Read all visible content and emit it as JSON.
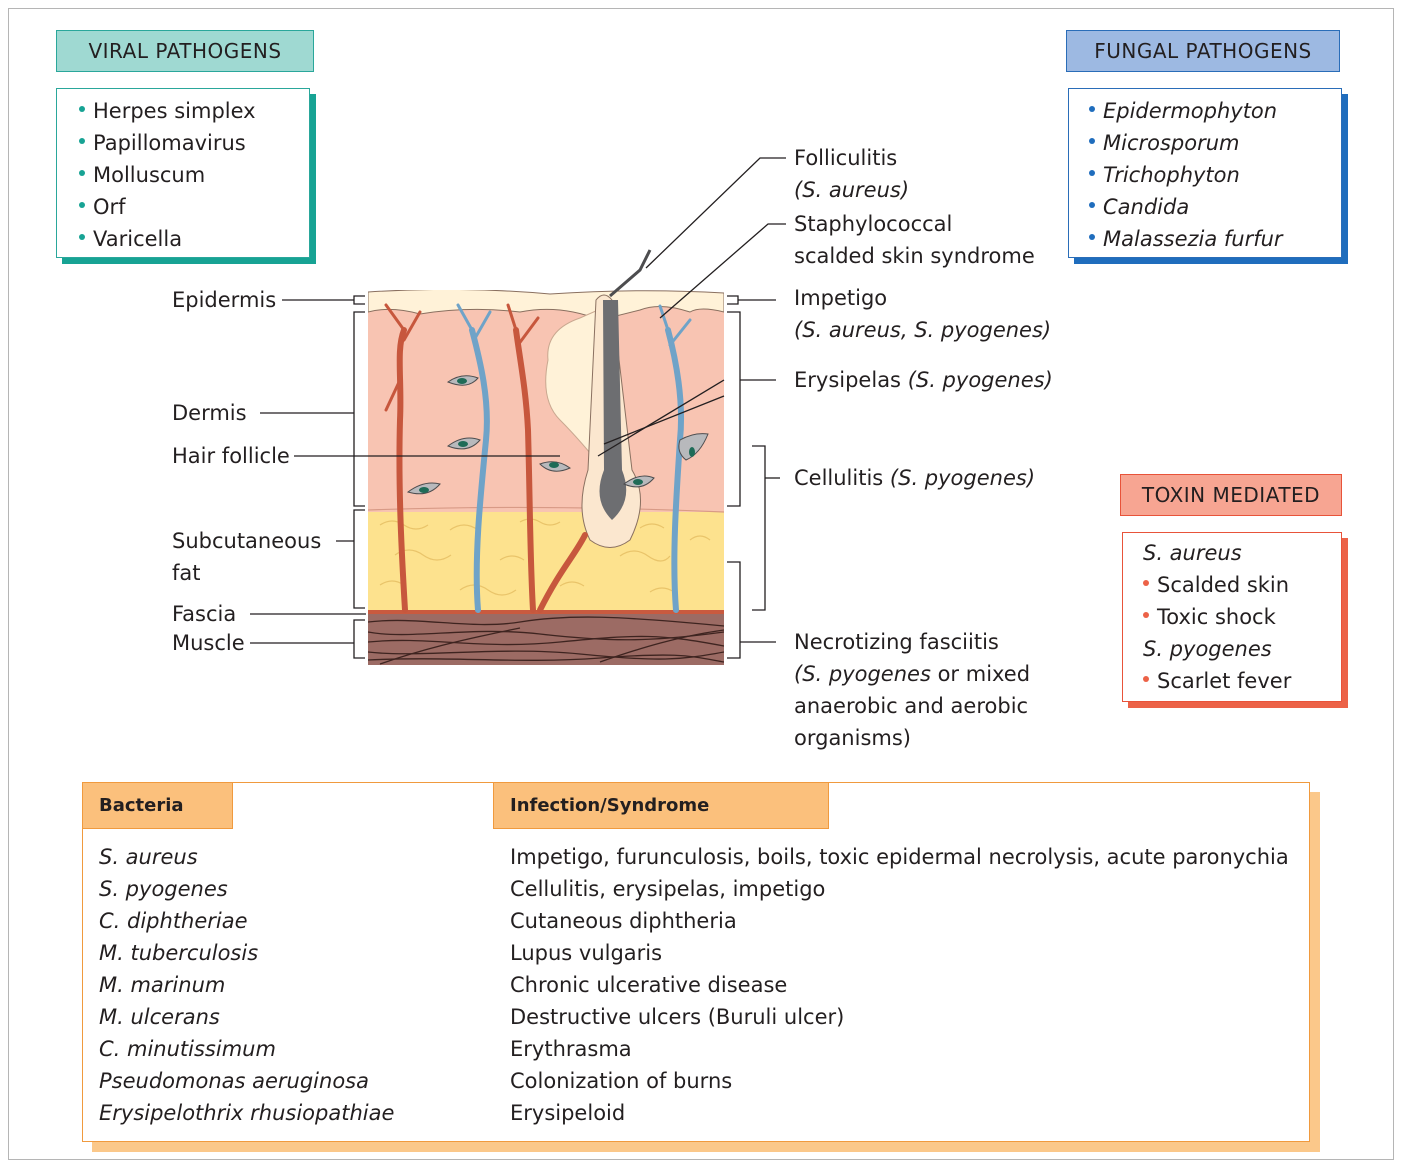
{
  "viral": {
    "title": "VIRAL PATHOGENS",
    "items": [
      "Herpes simplex",
      "Papillomavirus",
      "Molluscum",
      "Orf",
      "Varicella"
    ]
  },
  "fungal": {
    "title": "FUNGAL PATHOGENS",
    "items": [
      "Epidermophyton",
      "Microsporum",
      "Trichophyton",
      "Candida",
      "Malassezia furfur"
    ]
  },
  "toxin": {
    "title": "TOXIN MEDIATED",
    "items": [
      {
        "text": "S. aureus",
        "bullet": false,
        "italic": true
      },
      {
        "text": "Scalded skin",
        "bullet": true,
        "italic": false
      },
      {
        "text": "Toxic shock",
        "bullet": true,
        "italic": false
      },
      {
        "text": "S. pyogenes",
        "bullet": false,
        "italic": true
      },
      {
        "text": "Scarlet fever",
        "bullet": true,
        "italic": false
      }
    ]
  },
  "layers": {
    "epidermis": "Epidermis",
    "dermis": "Dermis",
    "hair_follicle": "Hair follicle",
    "subcutaneous_1": "Subcutaneous",
    "subcutaneous_2": "fat",
    "fascia": "Fascia",
    "muscle": "Muscle"
  },
  "infections": {
    "folliculitis_1": "Folliculitis",
    "folliculitis_2": "(S. aureus)",
    "ssss_1": "Staphylococcal",
    "ssss_2": "scalded skin syndrome",
    "impetigo_1": "Impetigo",
    "impetigo_2": "(S. aureus, S. pyogenes)",
    "erysipelas_a": "Erysipelas ",
    "erysipelas_b": "(S. pyogenes)",
    "cellulitis_a": "Cellulitis ",
    "cellulitis_b": "(S. pyogenes)",
    "necrotizing_1": "Necrotizing fasciitis",
    "necrotizing_2a": "(S. pyogenes",
    "necrotizing_2b": " or mixed",
    "necrotizing_3": "anaerobic and aerobic",
    "necrotizing_4": "organisms)"
  },
  "table": {
    "col_bacteria": "Bacteria",
    "col_infection": "Infection/Syndrome",
    "rows": [
      {
        "bacteria": "S. aureus",
        "infection": "Impetigo, furunculosis, boils, toxic epidermal necrolysis, acute paronychia"
      },
      {
        "bacteria": "S. pyogenes",
        "infection": "Cellulitis, erysipelas, impetigo"
      },
      {
        "bacteria": "C. diphtheriae",
        "infection": "Cutaneous diphtheria"
      },
      {
        "bacteria": "M. tuberculosis",
        "infection": "Lupus vulgaris"
      },
      {
        "bacteria": "M. marinum",
        "infection": "Chronic ulcerative disease"
      },
      {
        "bacteria": "M. ulcerans",
        "infection": "Destructive ulcers (Buruli ulcer)"
      },
      {
        "bacteria": "C. minutissimum",
        "infection": "Erythrasma"
      },
      {
        "bacteria": "Pseudomonas aeruginosa",
        "infection": "Colonization of burns"
      },
      {
        "bacteria": "Erysipelothrix rhusiopathiae",
        "infection": "Erysipeloid"
      }
    ]
  },
  "colors": {
    "viral": "#17a394",
    "fungal": "#1f6dbd",
    "toxin": "#ec6247",
    "table": "#f09a3e"
  }
}
